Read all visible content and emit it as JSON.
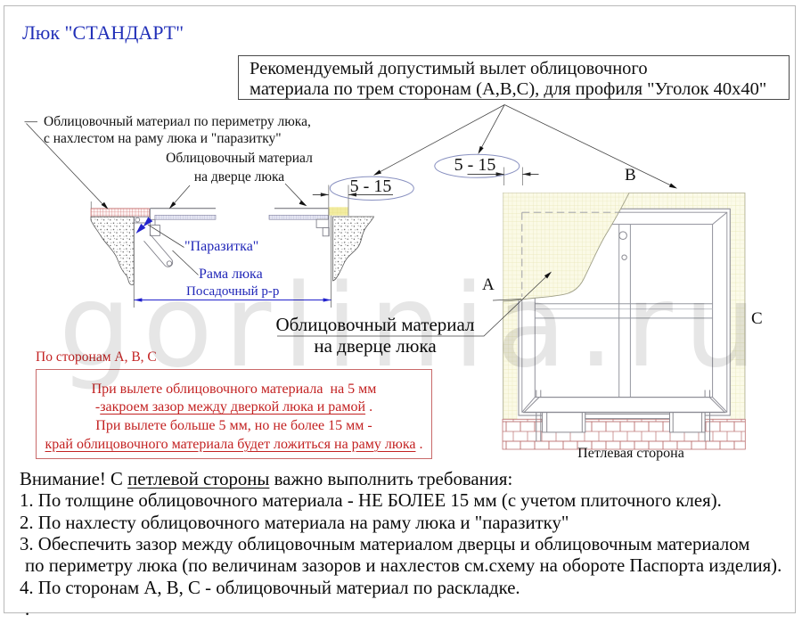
{
  "title": "Люк \"СТАНДАРТ\"",
  "recommendation_box": {
    "line1": "Рекомендуемый допустимый вылет облицовочного",
    "line2": "материала по трем сторонам (А,В,С), для профиля \"Уголок 40x40\""
  },
  "labels": {
    "perimeter_line1": "Облицовочный материал по периметру люка,",
    "perimeter_line2": "с нахлестом на раму люка и \"паразитку\"",
    "door_small_line1": "Облицовочный материал",
    "door_small_line2": "на дверце люка",
    "parasitka": "\"Паразитка\"",
    "rama": "Рама люка",
    "posadochny": "Посадочный р-р",
    "door_big_line1": "Облицовочный материал",
    "door_big_line2": "на дверце люка",
    "dim_overhang_1": "5 - 15",
    "dim_overhang_2": "5 - 15",
    "side_a": "А",
    "side_b": "В",
    "side_c": "С",
    "hinge_side": "Петлевая сторона"
  },
  "red_note": {
    "heading": "По сторонам А, В, С",
    "line1": "При вылете облицовочного материала  на 5 мм",
    "line2_prefix": "-",
    "line2_underlined": "закроем зазор между дверкой люка и рамой",
    "line2_suffix": " .",
    "line3": "При вылете больше 5 мм, но не более 15 мм -",
    "line4_underlined": "край облицовочного материала будет ложиться на раму люка",
    "line4_suffix": " ."
  },
  "warning": {
    "head_prefix": "Внимание! С ",
    "head_underlined": "петлевой стороны",
    "head_suffix": " важно выполнить требования:",
    "item1": "1. По толщине облицовочного материала - НЕ БОЛЕЕ 15 мм (с учетом плиточного клея).",
    "item2": "2. По нахлесту облицовочного материала на раму люка и \"паразитку\"",
    "item3a": "3. Обеспечить зазор между облицовочным материалом дверцы и облицовочным материалом",
    "item3b": " по периметру люка (по величинам зазоров и нахлестов см.схему на обороте Паспорта изделия).",
    "item4": "4. По сторонам А, В, С - облицовочный материал по раскладке.",
    "stray_dot": "."
  },
  "watermark": "gorlinia.ru",
  "colors": {
    "title_blue": "#2230b8",
    "cad_blue": "#2026b8",
    "dimension_blue": "#2222cc",
    "note_red": "#c32222",
    "tile_yellow_fill": "#fbfae6",
    "overhang_yellow": "#f4efae",
    "brick_red": "#b26262",
    "frame_gray": "#8f8f98",
    "watermark_gray": "#e3e3e3"
  }
}
